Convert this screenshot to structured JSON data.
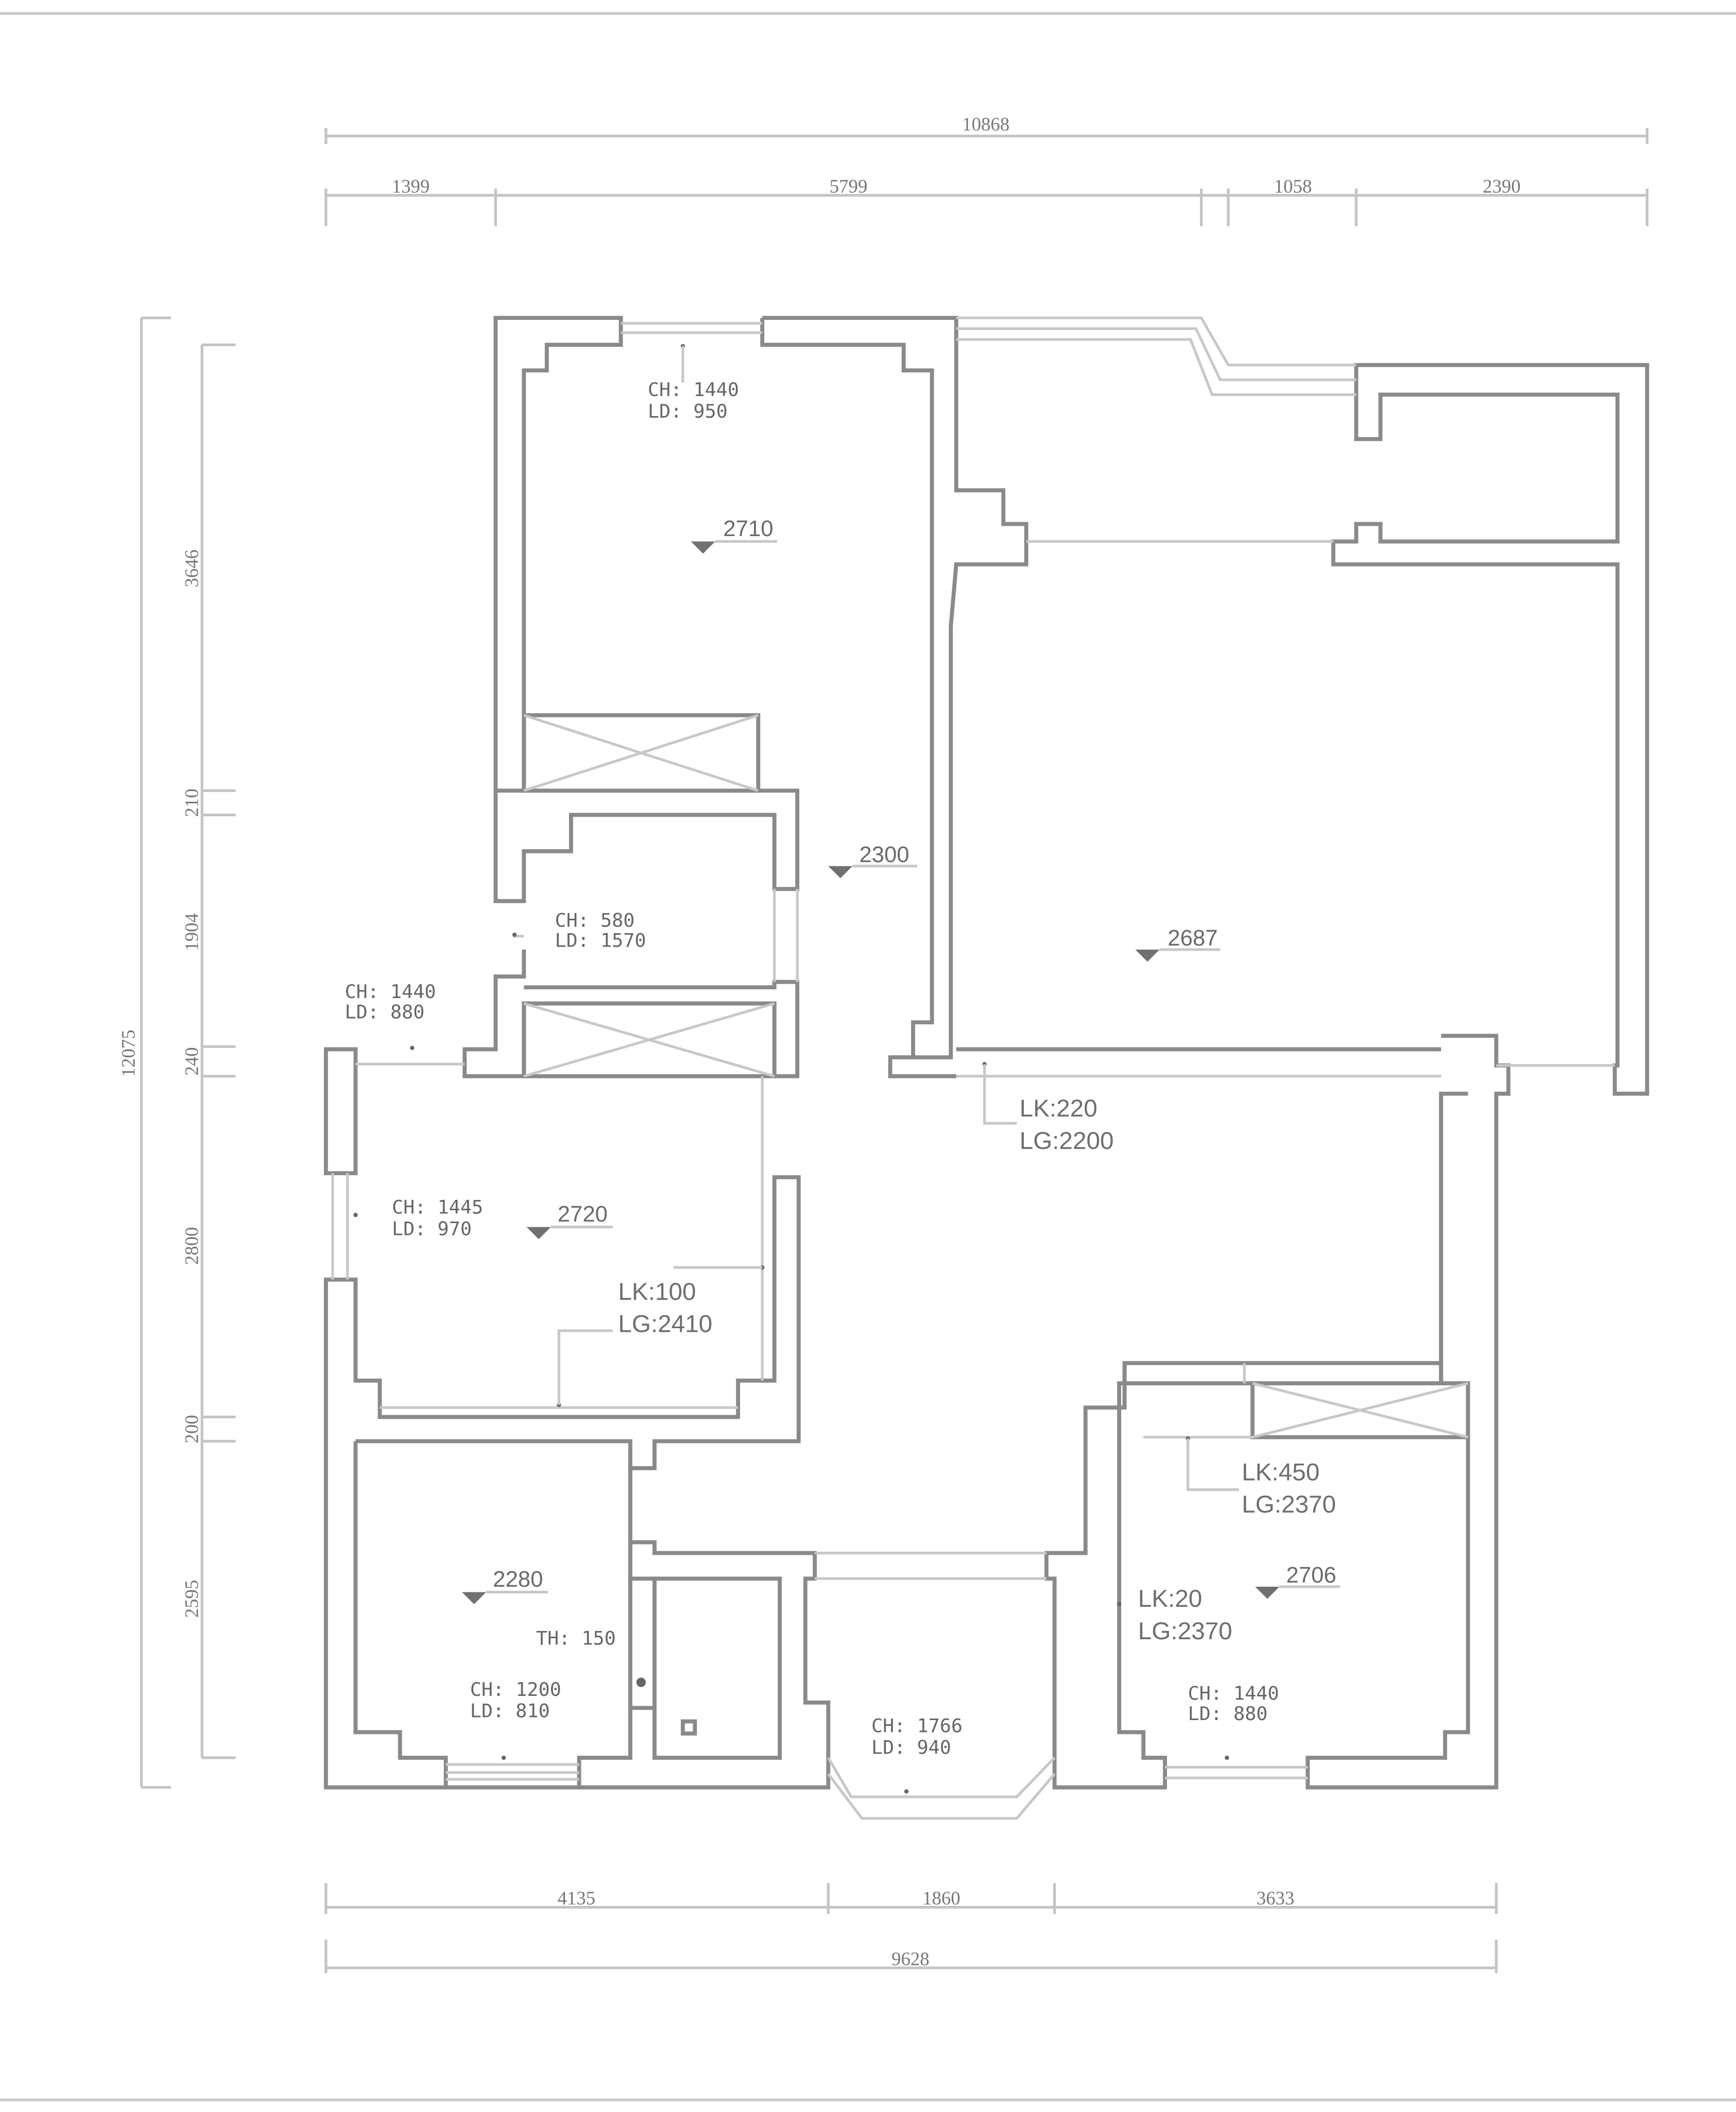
{
  "dimensions": {
    "top_total": "10868",
    "top_1": "1399",
    "top_2": "5799",
    "top_3": "1058",
    "top_4": "2390",
    "left_total": "12075",
    "left_1": "3646",
    "left_2": "210",
    "left_3": "1904",
    "left_4": "240",
    "left_5": "2800",
    "left_6": "200",
    "left_7": "2595",
    "bottom_1": "4135",
    "bottom_2": "1860",
    "bottom_3": "3633",
    "bottom_total": "9628"
  },
  "heights": {
    "top_bedroom": "2710",
    "corridor": "2300",
    "living": "2687",
    "mid_bedroom": "2720",
    "bottom_left_room": "2280",
    "bottom_right_room": "2706"
  },
  "windows": {
    "w_top_ch": "CH: 1440",
    "w_top_ld": "LD: 950",
    "w_small_ch": "CH: 580",
    "w_small_ld": "LD: 1570",
    "w_left_ch": "CH: 1440",
    "w_left_ld": "LD: 880",
    "w_mid_ch": "CH: 1445",
    "w_mid_ld": "LD: 970",
    "w_bl_ch": "CH: 1200",
    "w_bl_ld": "LD: 810",
    "w_bc_ch": "CH: 1766",
    "w_bc_ld": "LD: 940",
    "w_br_ch": "CH: 1440",
    "w_br_ld": "LD: 880",
    "th": "TH: 150"
  },
  "lights": {
    "l1_lk": "LK:220",
    "l1_lg": "LG:2200",
    "l2_lk": "LK:100",
    "l2_lg": "LG:2410",
    "l3_lk": "LK:450",
    "l3_lg": "LG:2370",
    "l4_lk": "LK:20",
    "l4_lg": "LG:2370"
  }
}
